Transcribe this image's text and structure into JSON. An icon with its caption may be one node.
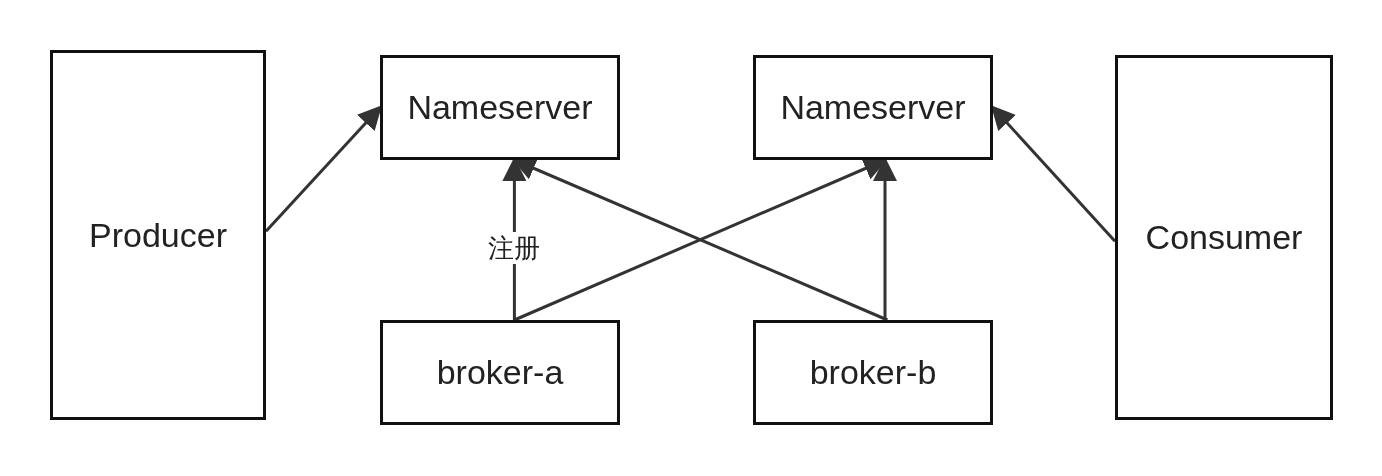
{
  "diagram": {
    "nodes": [
      {
        "text": [
          "Producer"
        ]
      },
      {
        "text": [
          "Nameserver"
        ]
      },
      {
        "text": [
          "Nameserver"
        ]
      },
      {
        "text": [
          "broker-a"
        ]
      },
      {
        "text": [
          "broker-b"
        ]
      },
      {
        "text": [
          "Consumer"
        ]
      }
    ],
    "edges": [
      {
        "from": 0,
        "to": 1,
        "arrow": "to"
      },
      {
        "from": 3,
        "to": 1,
        "arrow": "to",
        "label": "注册"
      },
      {
        "from": 3,
        "to": 2,
        "arrow": "to"
      },
      {
        "from": 4,
        "to": 1,
        "arrow": "to"
      },
      {
        "from": 4,
        "to": 2,
        "arrow": "to"
      },
      {
        "from": 5,
        "to": 2,
        "arrow": "to"
      }
    ]
  }
}
